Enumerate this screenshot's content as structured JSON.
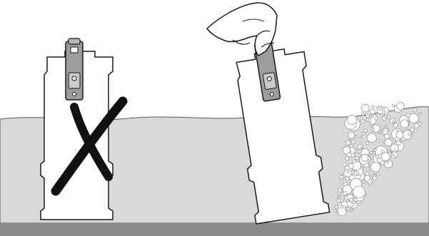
{
  "figure": {
    "kind": "instruction-illustration",
    "caption": "",
    "colors": {
      "background": "#ffffff",
      "liquid": "#d9d9d9",
      "floor": "#8a8a8a",
      "cartridge_body": "#ffffff",
      "outline": "#1a1a1a",
      "handle": "#8c8c8c",
      "cross": "#111111",
      "bubble_fill": "#ffffff",
      "bubble_stroke": "#9a9a9a"
    },
    "panels": [
      {
        "name": "wrong-method",
        "verdict": "incorrect",
        "mark": "cross-icon"
      },
      {
        "name": "correct-method",
        "verdict": "correct",
        "mark": "hand-icon"
      }
    ]
  }
}
